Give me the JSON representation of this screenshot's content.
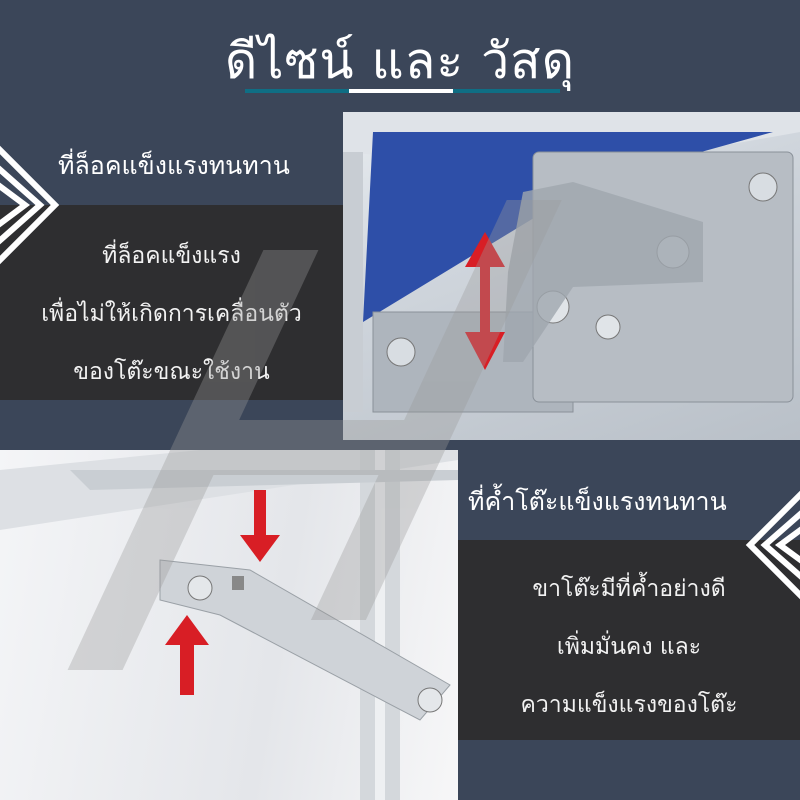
{
  "title": "ดีไซน์ และ วัสดุ",
  "section1": {
    "heading": "ที่ล็อคแข็งแรงทนทาน",
    "lines": [
      "ที่ล็อคแข็งแรง",
      "เพื่อไม่ให้เกิดการเคลื่อนตัว",
      "ของโต๊ะขณะใช้งาน"
    ]
  },
  "section2": {
    "heading": "ที่ค้ำโต๊ะแข็งแรงทนทาน",
    "lines": [
      "ขาโต๊ะมีที่ค้ำอย่างดี",
      "เพิ่มมั่นคง และ",
      "ความแข็งแรงของโต๊ะ"
    ]
  },
  "colors": {
    "background": "#3b4659",
    "panel": "#2e2e30",
    "accent": "#0f6e84",
    "arrow": "#d81e25",
    "table_top": "#2e4fa8"
  }
}
